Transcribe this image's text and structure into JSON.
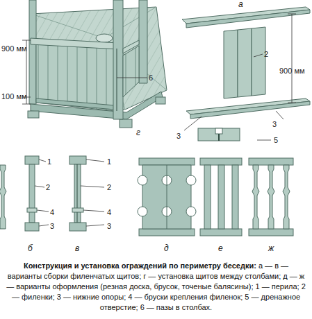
{
  "diagram": {
    "title": "Конструкция и установка ограждений по периметру беседки:",
    "caption": "а — в — варианты сборки филенчатых щитов; г — установка щитов между столбами; д — ж — варианты оформления (резная доска, брусок, точеные балясины); 1 — перила; 2 — филенки; 3 — нижние опоры; 4 — бруски крепления филенок; 5 — дренажное отверстие; 6 — пазы в столбах.",
    "labels": [
      "а",
      "900 мм",
      "2",
      "900 мм",
      "100 мм",
      "6",
      "3",
      "3",
      "5",
      "г",
      "1",
      "1",
      "2",
      "2",
      "4",
      "4",
      "3",
      "3",
      "б",
      "в",
      "д",
      "е",
      "ж"
    ]
  }
}
